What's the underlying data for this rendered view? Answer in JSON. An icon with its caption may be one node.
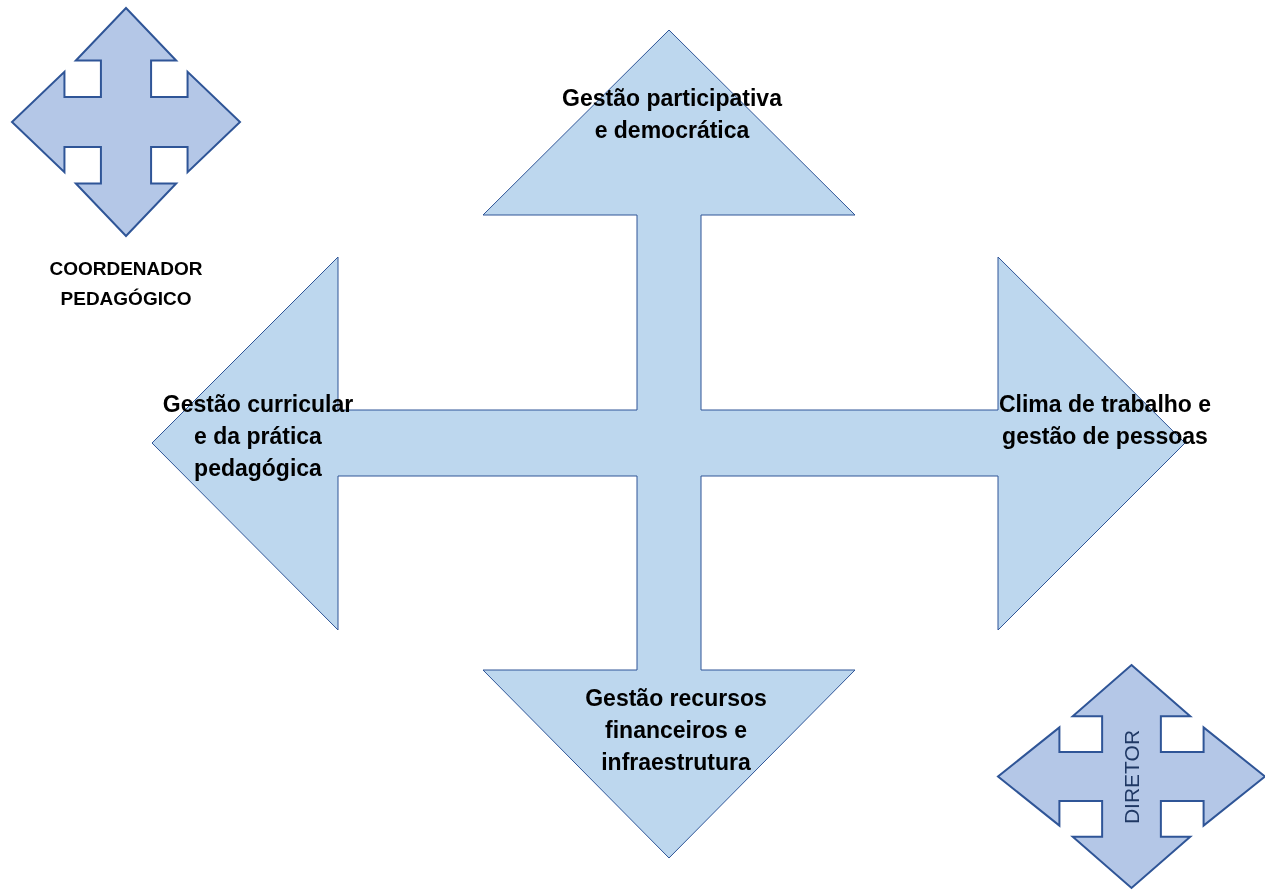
{
  "diagram": {
    "nodes": [
      {
        "text": [
          "Gestão participativa e democrática",
          "Gestão curricular e da prática pedagógica",
          "Clima de trabalho e gestão de pessoas",
          "Gestão recursos financeiros e infraestrutura"
        ]
      },
      {
        "text": [
          "COORDENADOR PEDAGÓGICO"
        ]
      },
      {
        "text": [
          "DIRETOR"
        ]
      }
    ]
  }
}
